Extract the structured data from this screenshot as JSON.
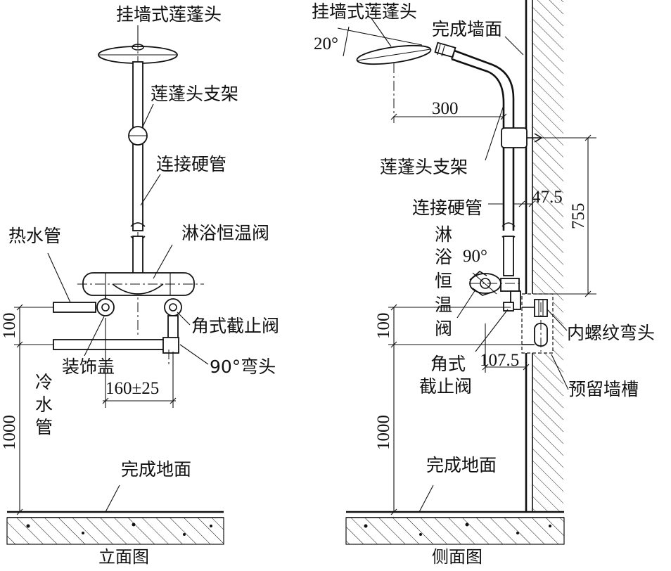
{
  "front": {
    "title": "立面图",
    "labels": {
      "shower_head": "挂墙式莲蓬头",
      "bracket": "莲蓬头支架",
      "rigid_pipe": "连接硬管",
      "hot_pipe": "热水管",
      "valve": "淋浴恒温阀",
      "angle_valve": "角式截止阀",
      "cover": "装饰盖",
      "elbow": "90°弯头",
      "cold_pipe_1": "冷",
      "cold_pipe_2": "水",
      "cold_pipe_3": "管",
      "floor": "完成地面"
    },
    "dims": {
      "spacing": "100",
      "spread": "160±25",
      "height": "1000"
    }
  },
  "side": {
    "title": "侧面图",
    "labels": {
      "shower_head": "挂墙式莲蓬头",
      "wall": "完成墙面",
      "angle": "20°",
      "bracket": "莲蓬头支架",
      "rigid_pipe": "连接硬管",
      "valve_1": "淋",
      "valve_2": "浴",
      "valve_3": "恒",
      "valve_4": "温",
      "valve_5": "阀",
      "valve_angle": "90°",
      "elbow": "内螺纹弯头",
      "angle_valve_1": "角式",
      "angle_valve_2": "截止阀",
      "slot": "预留墙槽",
      "floor": "完成地面"
    },
    "dims": {
      "reach": "300",
      "offset": "47.5",
      "bracket_height": "755",
      "spacing": "100",
      "valve_offset": "107.5",
      "height": "1000"
    }
  }
}
